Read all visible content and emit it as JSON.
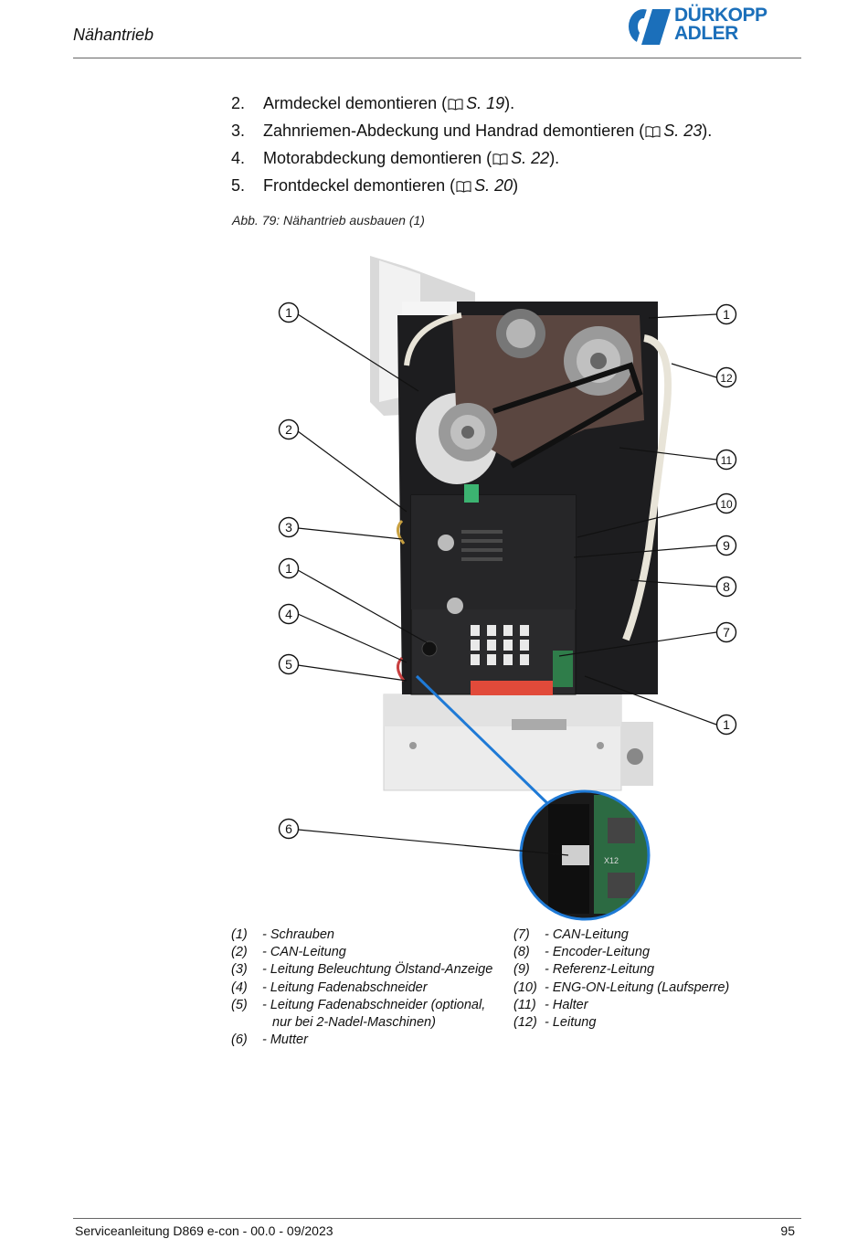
{
  "header": {
    "title": "Nähantrieb",
    "logo_line1": "DÜRKOPP",
    "logo_line2": "ADLER",
    "brand_color": "#1b6fba"
  },
  "steps": [
    {
      "num": "2.",
      "text": "Armdeckel demontieren (",
      "ref": "S. 19",
      "end": ")."
    },
    {
      "num": "3.",
      "text": "Zahnriemen-Abdeckung und Handrad demontieren (",
      "ref": "S. 23",
      "end": ")."
    },
    {
      "num": "4.",
      "text": "Motorabdeckung demontieren (",
      "ref": "S. 22",
      "end": ")."
    },
    {
      "num": "5.",
      "text": "Frontdeckel demontieren (",
      "ref": "S. 20",
      "end": ")"
    }
  ],
  "figure": {
    "caption": "Abb. 79: Nähantrieb ausbauen (1)",
    "callouts": [
      "1",
      "2",
      "3",
      "1",
      "4",
      "5",
      "6",
      "1",
      "12",
      "11",
      "10",
      "9",
      "8",
      "7",
      "1"
    ],
    "inset_labels": [
      "X12"
    ]
  },
  "legend": {
    "left": [
      {
        "num": "(1)",
        "text": "- Schrauben"
      },
      {
        "num": "(2)",
        "text": "- CAN-Leitung"
      },
      {
        "num": "(3)",
        "text": "- Leitung Beleuchtung Ölstand-Anzeige"
      },
      {
        "num": "(4)",
        "text": "- Leitung Fadenabschneider"
      },
      {
        "num": "(5)",
        "text": "- Leitung Fadenabschneider (optional,"
      },
      {
        "num": "",
        "text": "nur bei 2-Nadel-Maschinen)"
      },
      {
        "num": "(6)",
        "text": "- Mutter"
      }
    ],
    "right": [
      {
        "num": "(7)",
        "text": "- CAN-Leitung"
      },
      {
        "num": "(8)",
        "text": "- Encoder-Leitung"
      },
      {
        "num": "(9)",
        "text": "- Referenz-Leitung"
      },
      {
        "num": "(10)",
        "text": "- ENG-ON-Leitung (Laufsperre)"
      },
      {
        "num": "(11)",
        "text": "- Halter"
      },
      {
        "num": "(12)",
        "text": "- Leitung"
      }
    ]
  },
  "footer": {
    "left": "Serviceanleitung D869 e-con - 00.0 - 09/2023",
    "page": "95"
  }
}
